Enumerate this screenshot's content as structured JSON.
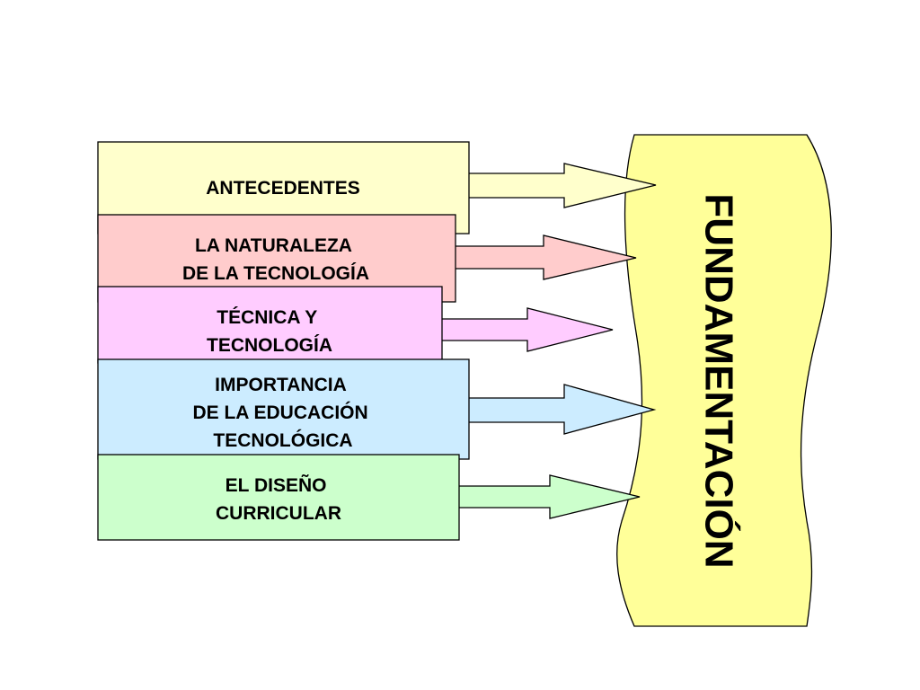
{
  "banner": {
    "label": "FUNDAMENTACIÓN",
    "fill": "#FFFF99"
  },
  "items": [
    {
      "id": "antecedentes",
      "lines": [
        "ANTECEDENTES"
      ],
      "fill": "#FFFFCC"
    },
    {
      "id": "naturaleza",
      "lines": [
        "LA NATURALEZA",
        "DE LA TECNOLOGÍA"
      ],
      "fill": "#FFCCCC"
    },
    {
      "id": "tecnica",
      "lines": [
        "TÉCNICA Y",
        "TECNOLOGÍA"
      ],
      "fill": "#FFCCFF"
    },
    {
      "id": "importancia",
      "lines": [
        "IMPORTANCIA",
        "DE LA EDUCACIÓN",
        "TECNOLÓGICA"
      ],
      "fill": "#CCECFF"
    },
    {
      "id": "diseno",
      "lines": [
        "EL DISEÑO",
        "CURRICULAR"
      ],
      "fill": "#CCFFCC"
    }
  ]
}
